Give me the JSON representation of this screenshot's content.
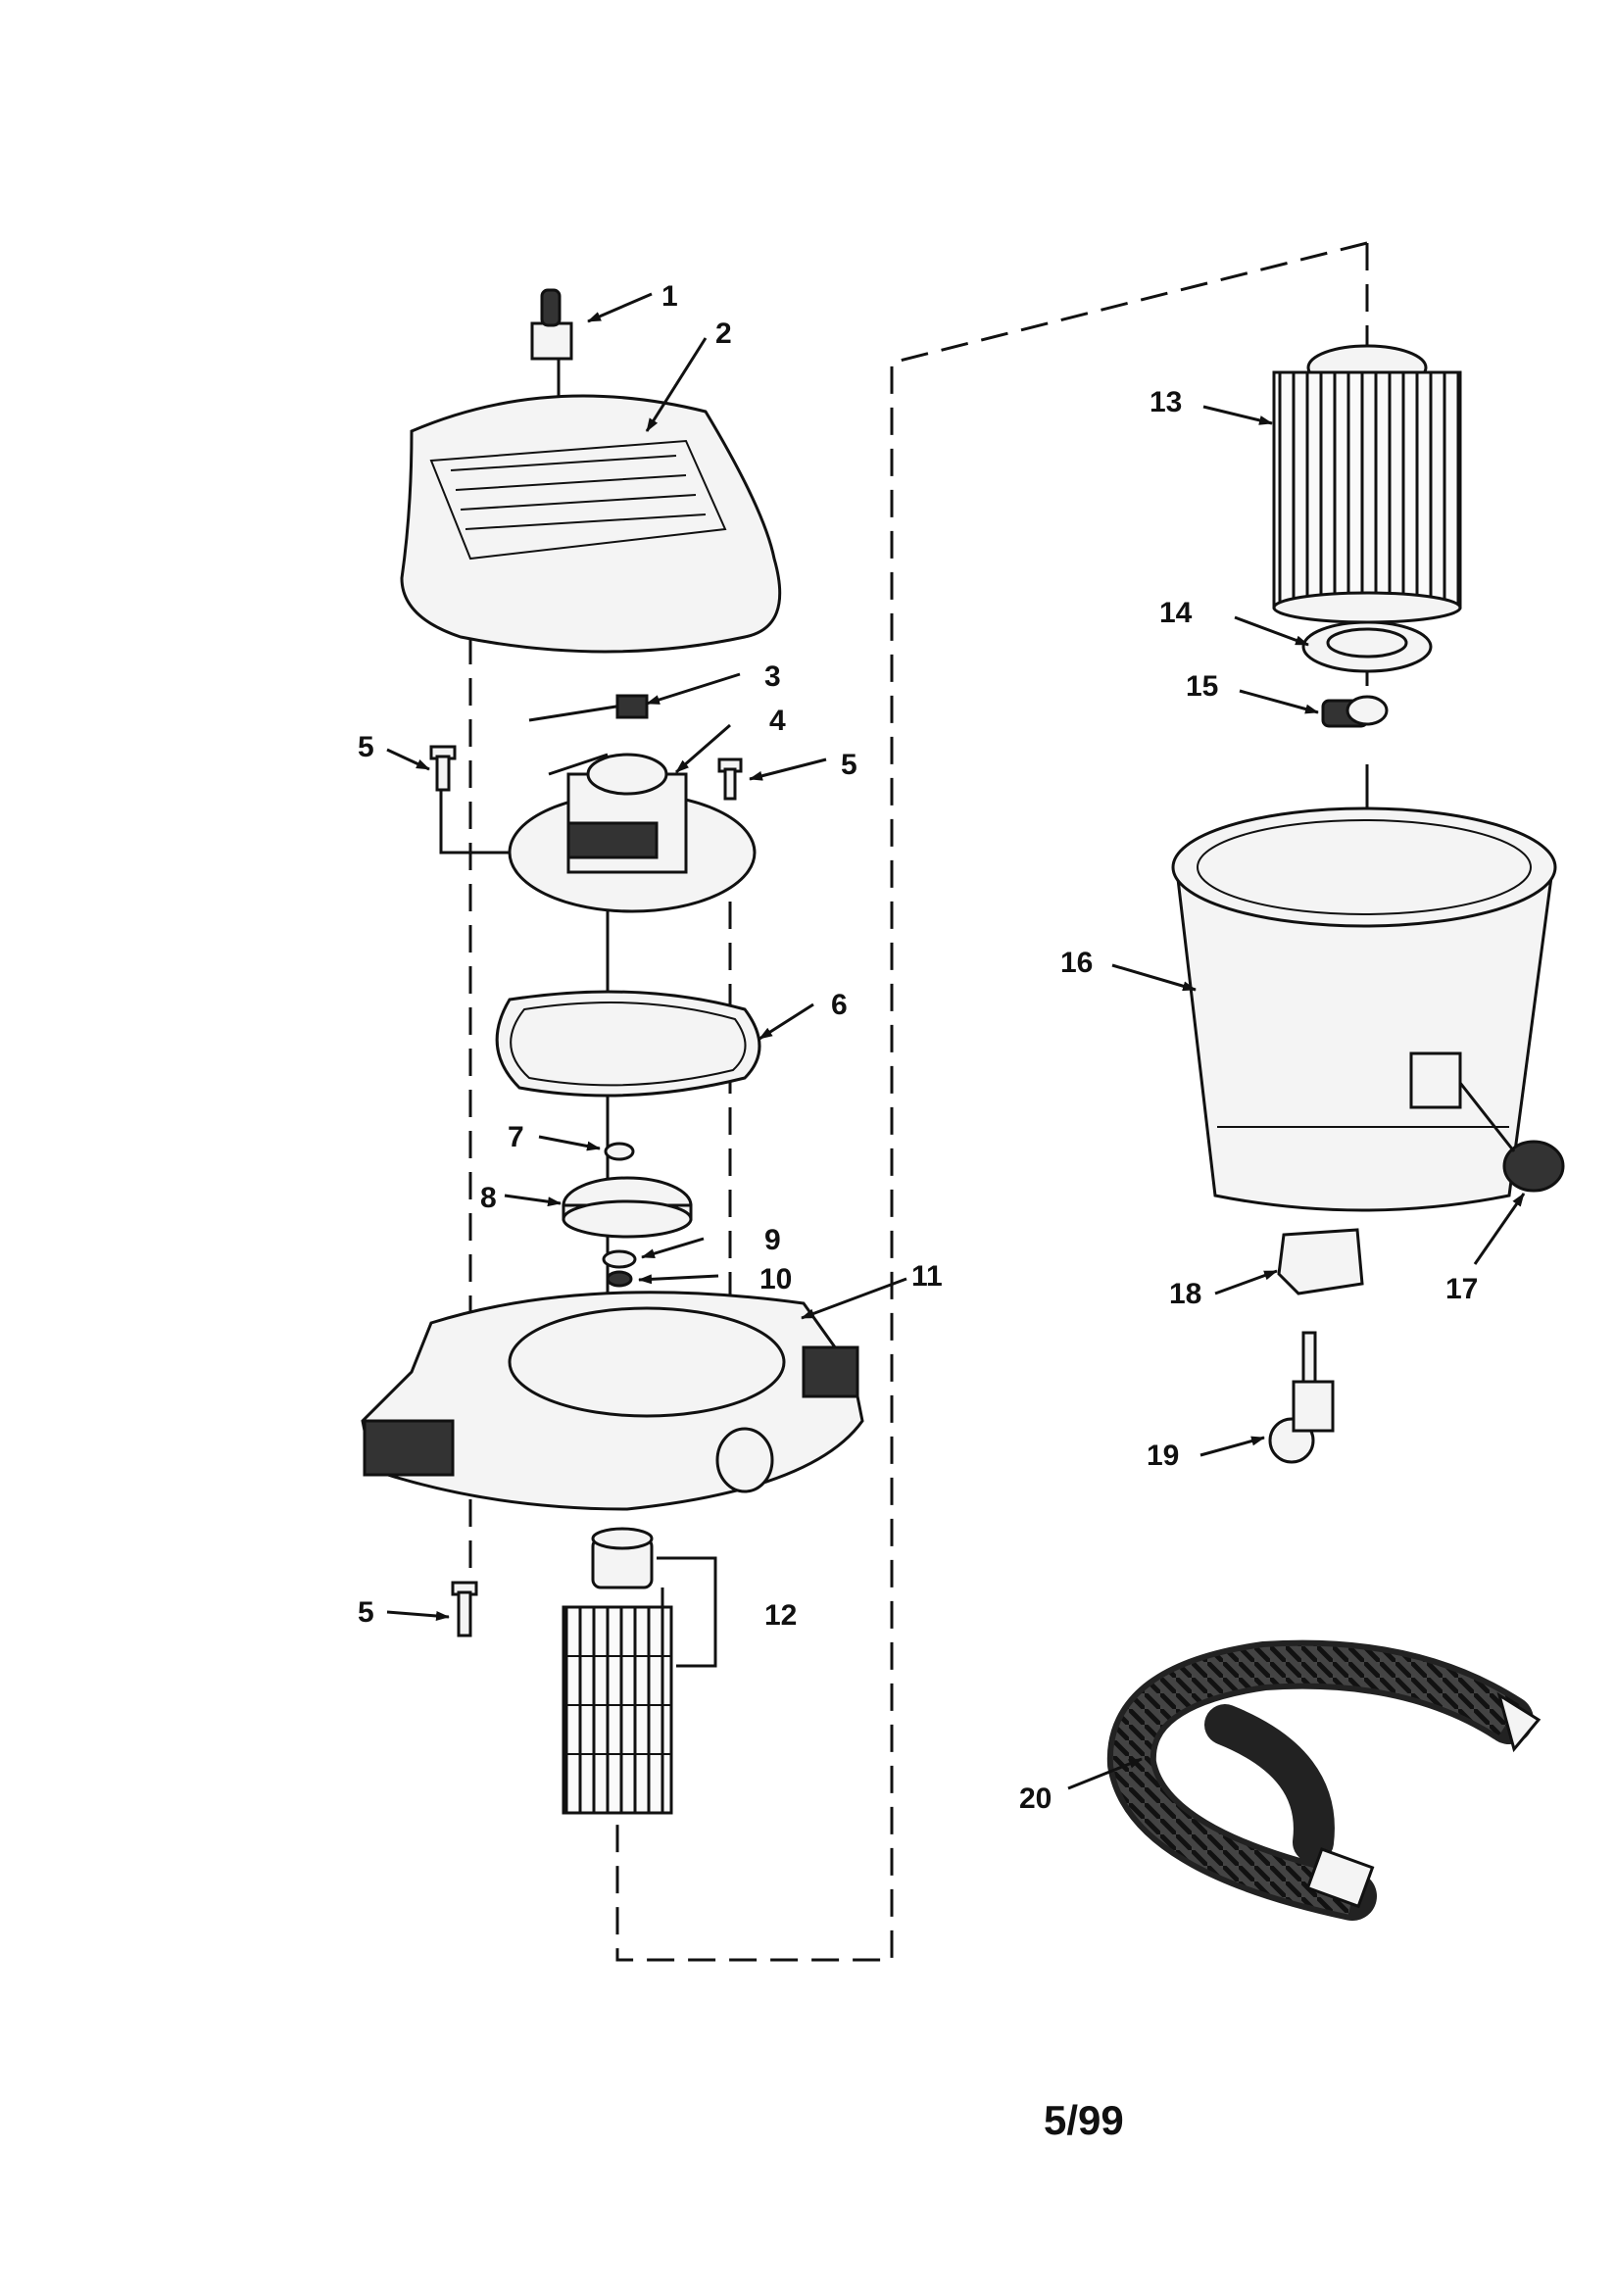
{
  "callouts": [
    {
      "id": "1",
      "text": "1"
    },
    {
      "id": "2",
      "text": "2"
    },
    {
      "id": "3",
      "text": "3"
    },
    {
      "id": "4",
      "text": "4"
    },
    {
      "id": "5a",
      "text": "5"
    },
    {
      "id": "5b",
      "text": "5"
    },
    {
      "id": "5c",
      "text": "5"
    },
    {
      "id": "6",
      "text": "6"
    },
    {
      "id": "7",
      "text": "7"
    },
    {
      "id": "8",
      "text": "8"
    },
    {
      "id": "9",
      "text": "9"
    },
    {
      "id": "10",
      "text": "10"
    },
    {
      "id": "11",
      "text": "11"
    },
    {
      "id": "12",
      "text": "12"
    },
    {
      "id": "13",
      "text": "13"
    },
    {
      "id": "14",
      "text": "14"
    },
    {
      "id": "15",
      "text": "15"
    },
    {
      "id": "16",
      "text": "16"
    },
    {
      "id": "17",
      "text": "17"
    },
    {
      "id": "18",
      "text": "18"
    },
    {
      "id": "19",
      "text": "19"
    },
    {
      "id": "20",
      "text": "20"
    }
  ],
  "footer": {
    "date_code": "5/99"
  }
}
